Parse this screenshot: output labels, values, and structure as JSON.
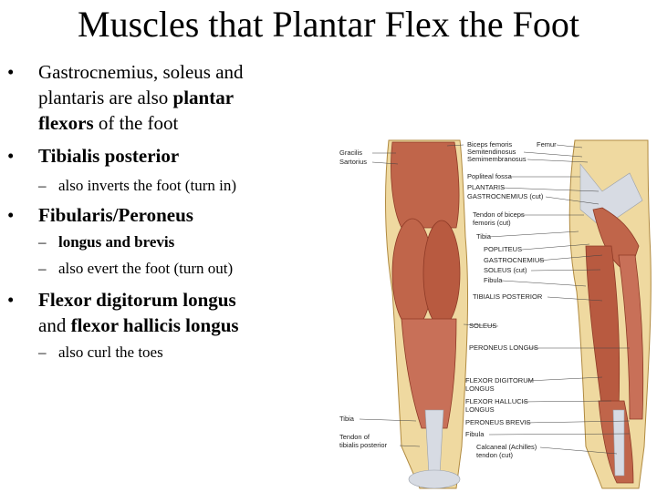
{
  "slide": {
    "title": "Muscles that Plantar Flex the Foot"
  },
  "bullets": [
    {
      "line1": "Gastrocnemius, soleus and",
      "line2a": "plantaris are also ",
      "line2b": "plantar",
      "line3a": "flexors",
      "line3b": " of the foot"
    },
    {
      "text": "Tibialis posterior",
      "sub": "also inverts the foot (turn in)"
    },
    {
      "text": "Fibularis/Peroneus",
      "sub1": "longus and brevis",
      "sub2": "also evert the foot (turn out)"
    },
    {
      "line1a": "Flexor digitorum longus",
      "line2a": "and ",
      "line2b": "flexor hallicis longus",
      "sub": "also curl the toes"
    }
  ],
  "figure": {
    "left_labels": [
      "Gracilis",
      "Sartorius",
      "Tibia",
      "Tendon of",
      "tibialis posterior"
    ],
    "right_labels": [
      "Biceps femoris",
      "Femur",
      "Semitendinosus",
      "Semimembranosus",
      "Popliteal fossa",
      "PLANTARIS",
      "GASTROCNEMIUS (cut)",
      "Tendon of biceps",
      "femoris (cut)",
      "Tibia",
      "POPLITEUS",
      "GASTROCNEMIUS",
      "SOLEUS (cut)",
      "Fibula",
      "TIBIALIS POSTERIOR",
      "SOLEUS",
      "PERONEUS LONGUS",
      "FLEXOR DIGITORUM",
      "LONGUS",
      "FLEXOR HALLUCIS",
      "LONGUS",
      "PERONEUS BREVIS",
      "Fibula",
      "Calcaneal (Achilles)",
      "tendon (cut)"
    ],
    "colors": {
      "muscle": "#c0654a",
      "muscle_dark": "#8e3a26",
      "tendon": "#d7dbe3",
      "skin": "#efd9a0"
    }
  }
}
